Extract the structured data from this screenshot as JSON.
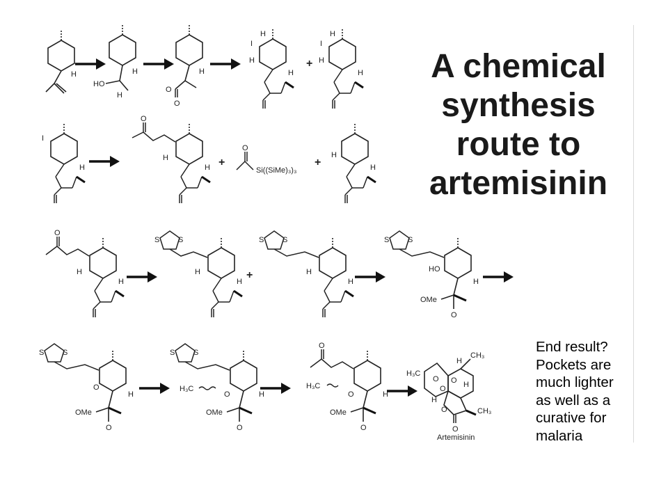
{
  "title": {
    "lines": [
      "A chemical",
      "synthesis",
      "route to",
      "artemisinin"
    ]
  },
  "caption": {
    "lines": [
      "End result?",
      "Pockets are",
      "much lighter",
      "as well as a",
      "curative for",
      "malaria"
    ]
  },
  "scheme": {
    "atom_labels": {
      "H": "H",
      "I": "I",
      "O": "O",
      "S": "S",
      "HO": "HO",
      "OMe": "OMe",
      "H3C": "H₃C",
      "CH3": "CH₃",
      "silyl": "Si((SiMe)₃)₃"
    },
    "plus": "+",
    "product_name": "Artemisinin"
  }
}
